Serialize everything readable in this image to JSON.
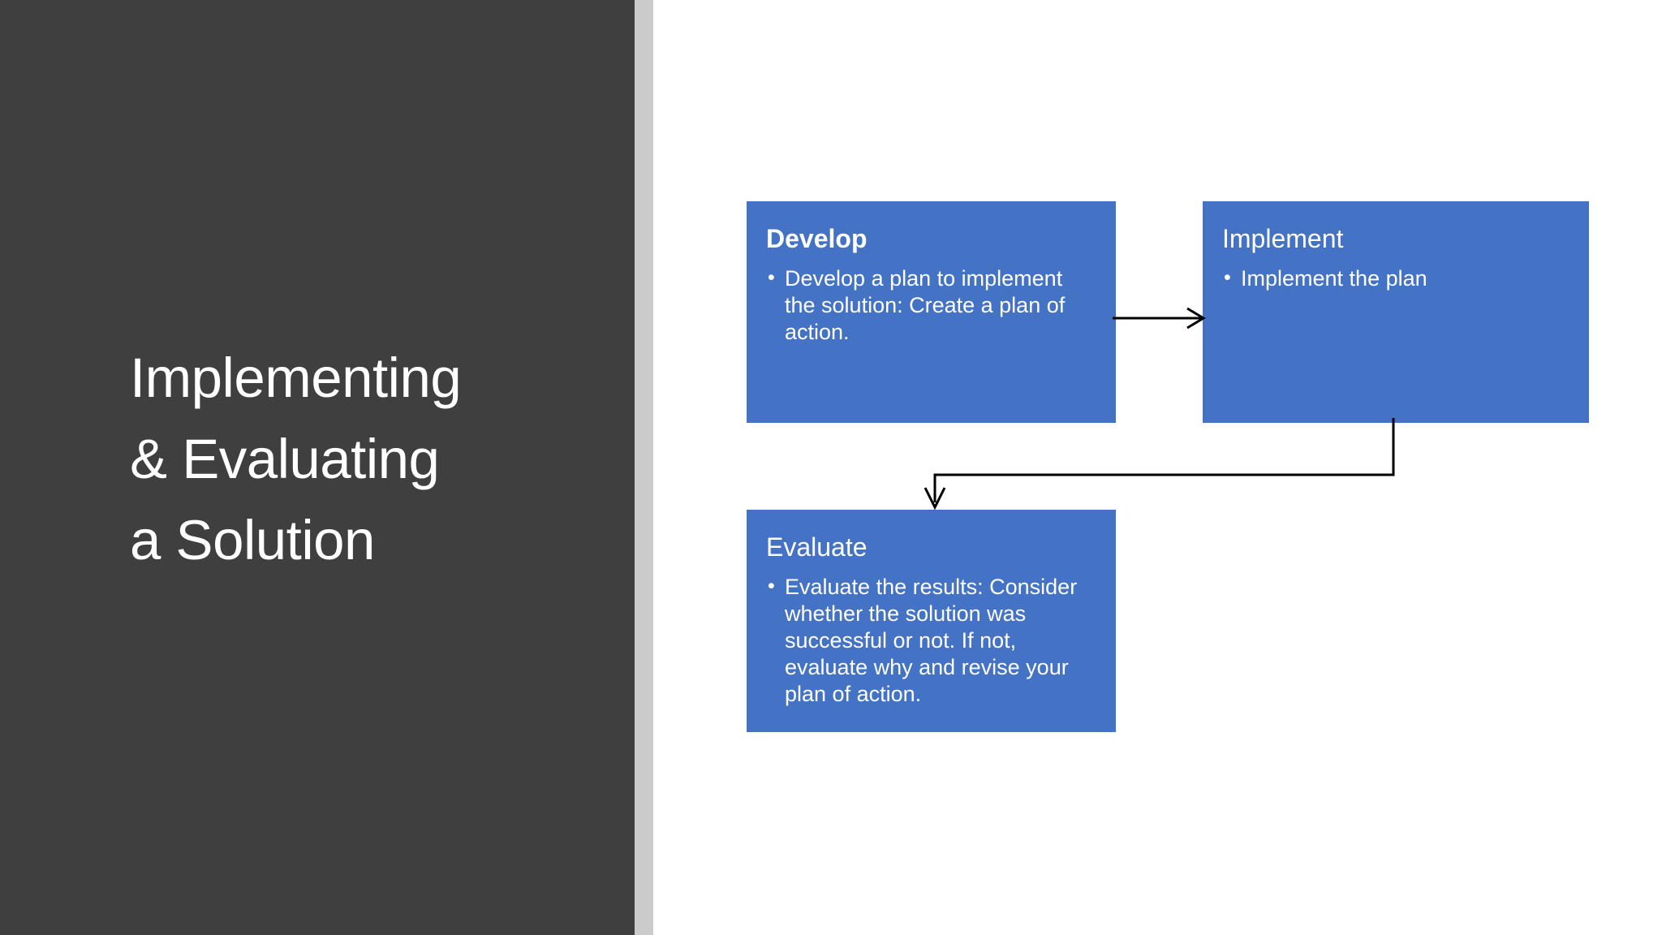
{
  "slide": {
    "title": "Implementing\n& Evaluating\na Solution",
    "title_lines": [
      "Implementing",
      "& Evaluating",
      "a Solution"
    ],
    "background_color": "#FFFFFF",
    "panel_color": "#3F3F3F",
    "divider_color": "#CCCBCB",
    "accent_color": "#4472C4",
    "text_color": "#FFFFFF"
  },
  "diagram": {
    "type": "process-flow",
    "boxes": [
      {
        "id": "develop",
        "title": "Develop",
        "title_bold": true,
        "bullets": [
          "Develop a plan to implement the solution:  Create a plan of action."
        ]
      },
      {
        "id": "implement",
        "title": "Implement",
        "title_bold": false,
        "bullets": [
          "Implement the plan"
        ]
      },
      {
        "id": "evaluate",
        "title": "Evaluate",
        "title_bold": false,
        "bullets": [
          "Evaluate the results:  Consider whether the solution was successful or not. If not, evaluate why and revise your plan of action."
        ]
      }
    ],
    "connectors": [
      {
        "id": "develop-to-implement",
        "from": "develop",
        "to": "implement",
        "style": "straight-arrow-right",
        "color": "#000000"
      },
      {
        "id": "implement-to-evaluate",
        "from": "implement",
        "to": "evaluate",
        "style": "elbow-arrow-down",
        "color": "#000000"
      }
    ]
  }
}
